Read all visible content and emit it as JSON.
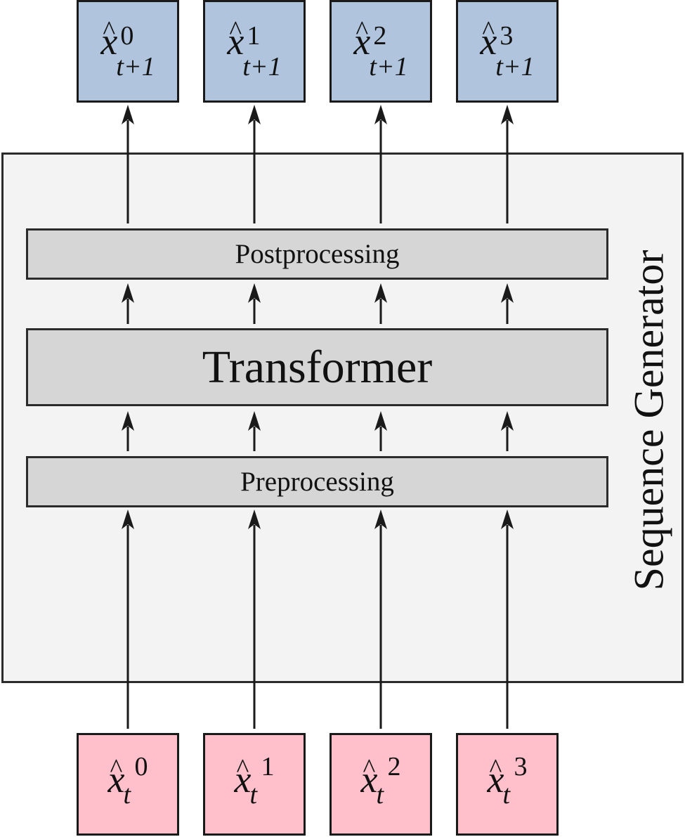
{
  "sequence_generator_label": "Sequence Generator",
  "layers": {
    "postprocessing": "Postprocessing",
    "transformer": "Transformer",
    "preprocessing": "Preprocessing"
  },
  "outputs": [
    {
      "var": "x",
      "hat": "^",
      "superscript": "0",
      "subscript": "t+1"
    },
    {
      "var": "x",
      "hat": "^",
      "superscript": "1",
      "subscript": "t+1"
    },
    {
      "var": "x",
      "hat": "^",
      "superscript": "2",
      "subscript": "t+1"
    },
    {
      "var": "x",
      "hat": "^",
      "superscript": "3",
      "subscript": "t+1"
    }
  ],
  "inputs": [
    {
      "var": "x",
      "hat": "^",
      "superscript": "0",
      "subscript": "t"
    },
    {
      "var": "x",
      "hat": "^",
      "superscript": "1",
      "subscript": "t"
    },
    {
      "var": "x",
      "hat": "^",
      "superscript": "2",
      "subscript": "t"
    },
    {
      "var": "x",
      "hat": "^",
      "superscript": "3",
      "subscript": "t"
    }
  ],
  "colors": {
    "output_fill": "#b0c4de",
    "input_fill": "#ffc0cb",
    "layer_fill": "#d6d6d6",
    "frame_fill": "#f3f3f3",
    "stroke": "#1a1a1a"
  }
}
